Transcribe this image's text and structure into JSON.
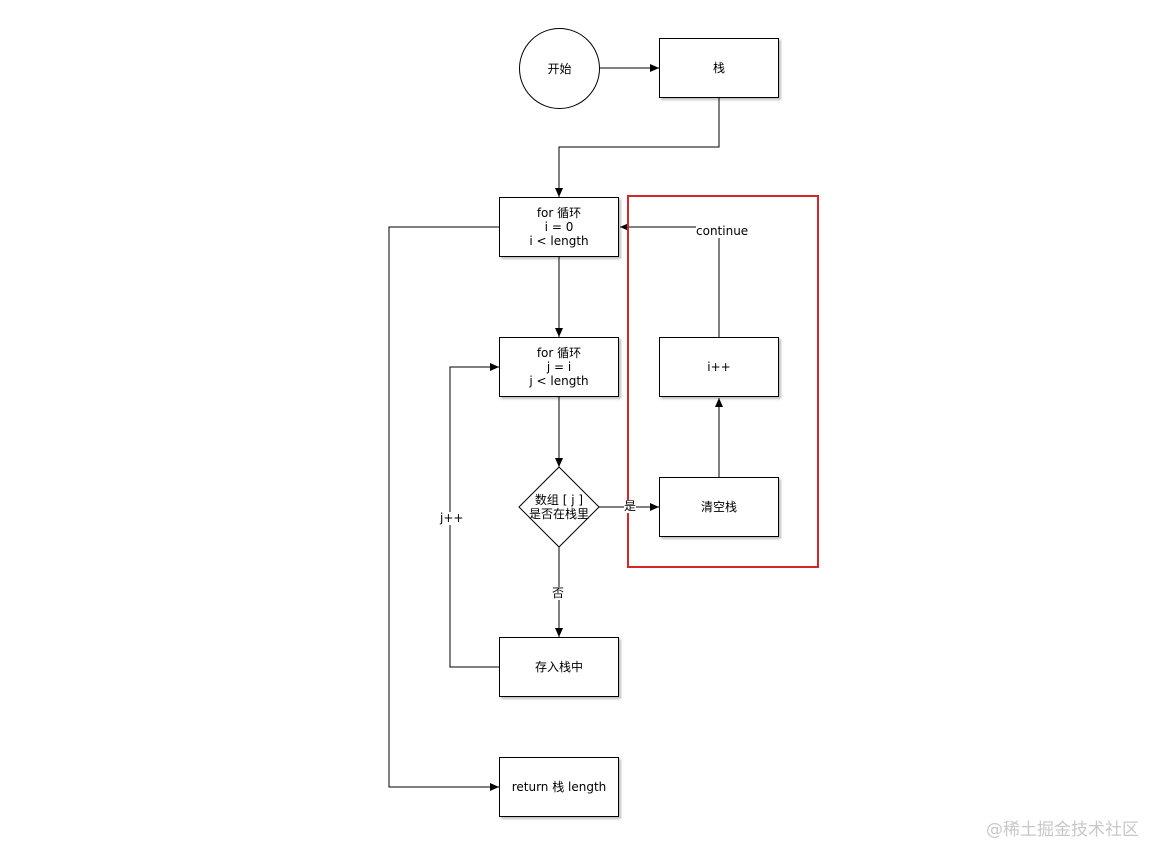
{
  "nodes": {
    "start": "开始",
    "stack": "栈",
    "outer_loop": "for 循环\ni = 0\ni < length",
    "inner_loop": "for 循环\nj = i\nj < length",
    "decision": "数组 [ j ]\n是否在栈里",
    "clear_stack": "清空栈",
    "increment_i": "i++",
    "push_stack": "存入栈中",
    "return_stmt": "return 栈 length"
  },
  "edge_labels": {
    "continue": "continue",
    "yes": "是",
    "no": "否",
    "j_increment": "j++"
  },
  "watermark": "@稀土掘金技术社区",
  "colors": {
    "highlight_frame": "#d62728",
    "stroke": "#000000"
  }
}
